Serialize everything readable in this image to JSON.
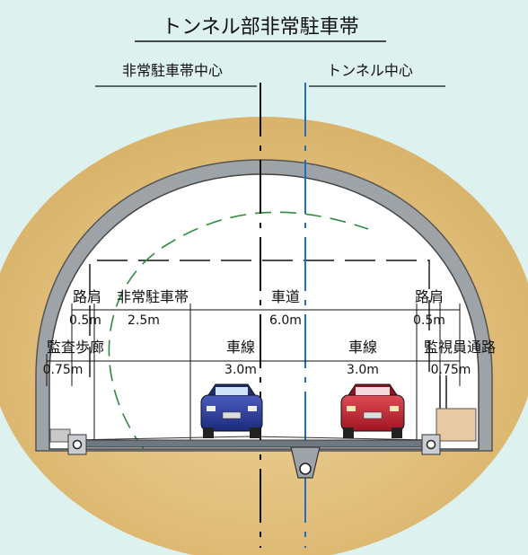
{
  "title": "トンネル部非常駐車帯",
  "centerlines": {
    "emergency_center": "非常駐車帯中心",
    "tunnel_center": "トンネル中心"
  },
  "labels": {
    "shoulder_left": "路肩",
    "emergency_lane": "非常駐車帯",
    "carriageway": "車道",
    "shoulder_right": "路肩",
    "walkway": "監査歩廊",
    "lane_left": "車線",
    "lane_right": "車線",
    "inspection_path": "監視員通路"
  },
  "dimensions": {
    "shoulder_left": "0.5m",
    "emergency_lane": "2.5m",
    "carriageway": "6.0m",
    "shoulder_right": "0.5m",
    "walkway": "0.75m",
    "lane_left": "3.0m",
    "lane_right": "3.0m",
    "inspection_path": "0.75m"
  },
  "colors": {
    "background": "#ddf1ee",
    "ground": "#e2bf79",
    "lining": "#a9aeb2",
    "interior": "#ffffff",
    "tunnel_center_line": "#1a6fc9",
    "clearance_curve": "#2e8a3e"
  }
}
